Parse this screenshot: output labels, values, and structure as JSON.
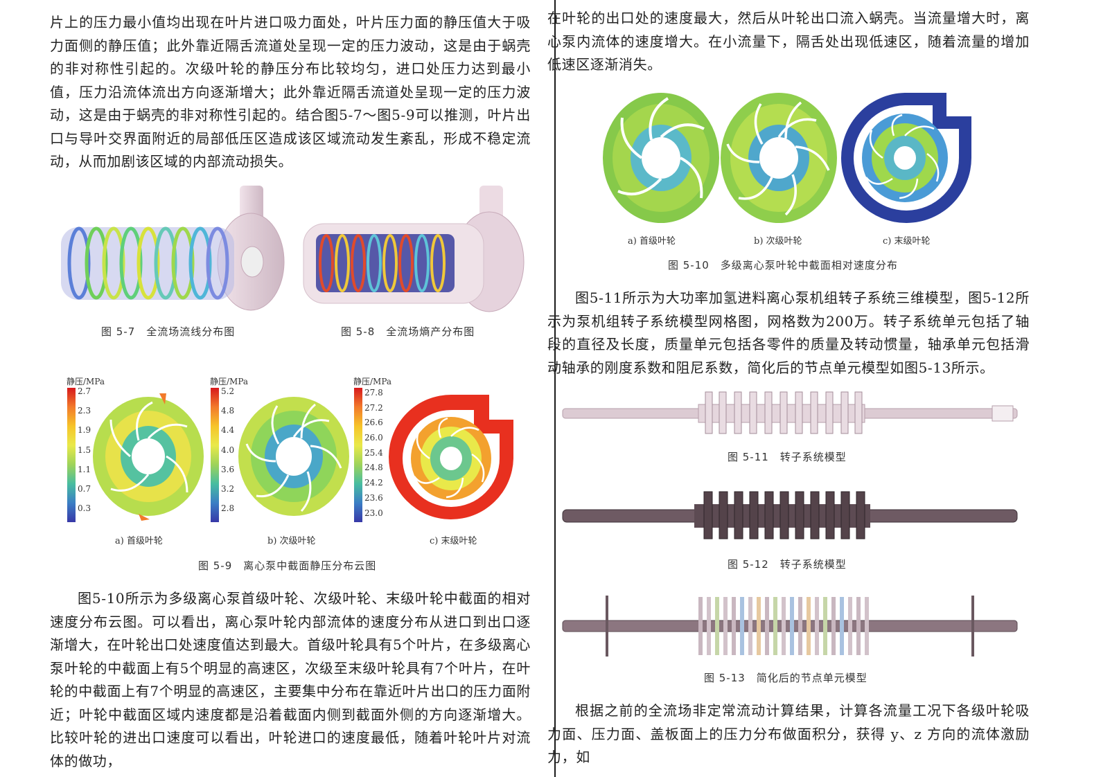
{
  "left": {
    "para1": "片上的压力最小值均出现在叶片进口吸力面处，叶片压力面的静压值大于吸力面侧的静压值；此外靠近隔舌流道处呈现一定的压力波动，这是由于蜗壳的非对称性引起的。次级叶轮的静压分布比较均匀，进口处压力达到最小值，压力沿流体流出方向逐渐增大；此外靠近隔舌流道处呈现一定的压力波动，这是由于蜗壳的非对称性引起的。结合图5-7～图5-9可以推测，叶片出口与导叶交界面附近的局部低压区造成该区域流动发生紊乱，形成不稳定流动，从而加剧该区域的内部流动损失。",
    "fig57_caption": "图 5-7　全流场流线分布图",
    "fig58_caption": "图 5-8　全流场熵产分布图",
    "fig59": {
      "legend_title": "静压/MPa",
      "panels": [
        {
          "label": "a) 首级叶轮",
          "ticks": [
            "2.7",
            "2.3",
            "1.9",
            "1.5",
            "1.1",
            "0.7",
            "0.3"
          ]
        },
        {
          "label": "b) 次级叶轮",
          "ticks": [
            "5.2",
            "4.8",
            "4.4",
            "4.0",
            "3.6",
            "3.2",
            "2.8"
          ]
        },
        {
          "label": "c) 末级叶轮",
          "ticks": [
            "27.8",
            "27.2",
            "26.6",
            "26.0",
            "25.4",
            "24.8",
            "24.2",
            "23.6",
            "23.0"
          ]
        }
      ],
      "caption": "图 5-9　离心泵中截面静压分布云图"
    },
    "para2": "图5-10所示为多级离心泵首级叶轮、次级叶轮、末级叶轮中截面的相对速度分布云图。可以看出，离心泵叶轮内部流体的速度分布从进口到出口逐渐增大，在叶轮出口处速度值达到最大。首级叶轮具有5个叶片，在多级离心泵叶轮的中截面上有5个明显的高速区，次级至末级叶轮具有7个叶片，在叶轮的中截面上有7个明显的高速区，主要集中分布在靠近叶片出口的压力面附近；叶轮中截面区域内速度都是沿着截面内侧到截面外侧的方向逐渐增大。比较叶轮的进出口速度可以看出，叶轮进口的速度最低，随着叶轮叶片对流体的做功，"
  },
  "right": {
    "para1": "在叶轮的出口处的速度最大，然后从叶轮出口流入蜗壳。当流量增大时，离心泵内流体的速度增大。在小流量下，隔舌处出现低速区，随着流量的增加低速区逐渐消失。",
    "fig510": {
      "labels": [
        "a) 首级叶轮",
        "b) 次级叶轮",
        "c) 末级叶轮"
      ],
      "caption": "图 5-10　多级离心泵叶轮中截面相对速度分布"
    },
    "para2": "图5-11所示为大功率加氢进料离心泵机组转子系统三维模型，图5-12所示为泵机组转子系统模型网格图，网格数为200万。转子系统单元包括了轴段的直径及长度，质量单元包括各零件的质量及转动惯量，轴承单元包括滑动轴承的刚度系数和阻尼系数，简化后的节点单元模型如图5-13所示。",
    "fig511_caption": "图 5-11　转子系统模型",
    "fig512_caption": "图 5-12　转子系统模型",
    "fig513_caption": "图 5-13　简化后的节点单元模型",
    "para3": "根据之前的全流场非定常流动计算结果，计算各流量工况下各级叶轮吸力面、压力面、盖板面上的压力分布做面积分，获得 y、z 方向的流体激励力，如"
  },
  "colors": {
    "divider": "#1a1a1a",
    "rotor_light": "#d9c3cf",
    "rotor_dark": "#6e5a63",
    "contour_red": "#e8301f",
    "contour_blue": "#2b3f9e"
  }
}
